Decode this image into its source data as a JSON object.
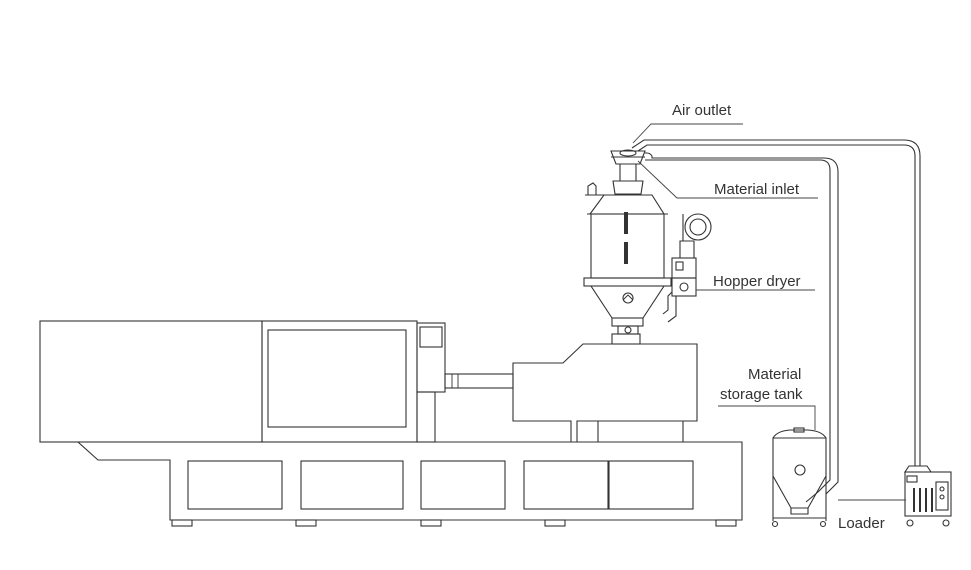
{
  "colors": {
    "line": "#333333",
    "background": "#ffffff"
  },
  "labels": {
    "air_outlet": "Air outlet",
    "material_inlet": "Material inlet",
    "hopper_dryer": "Hopper dryer",
    "material_storage_tank_line1": "Material",
    "material_storage_tank_line2": "storage tank",
    "loader": "Loader"
  }
}
